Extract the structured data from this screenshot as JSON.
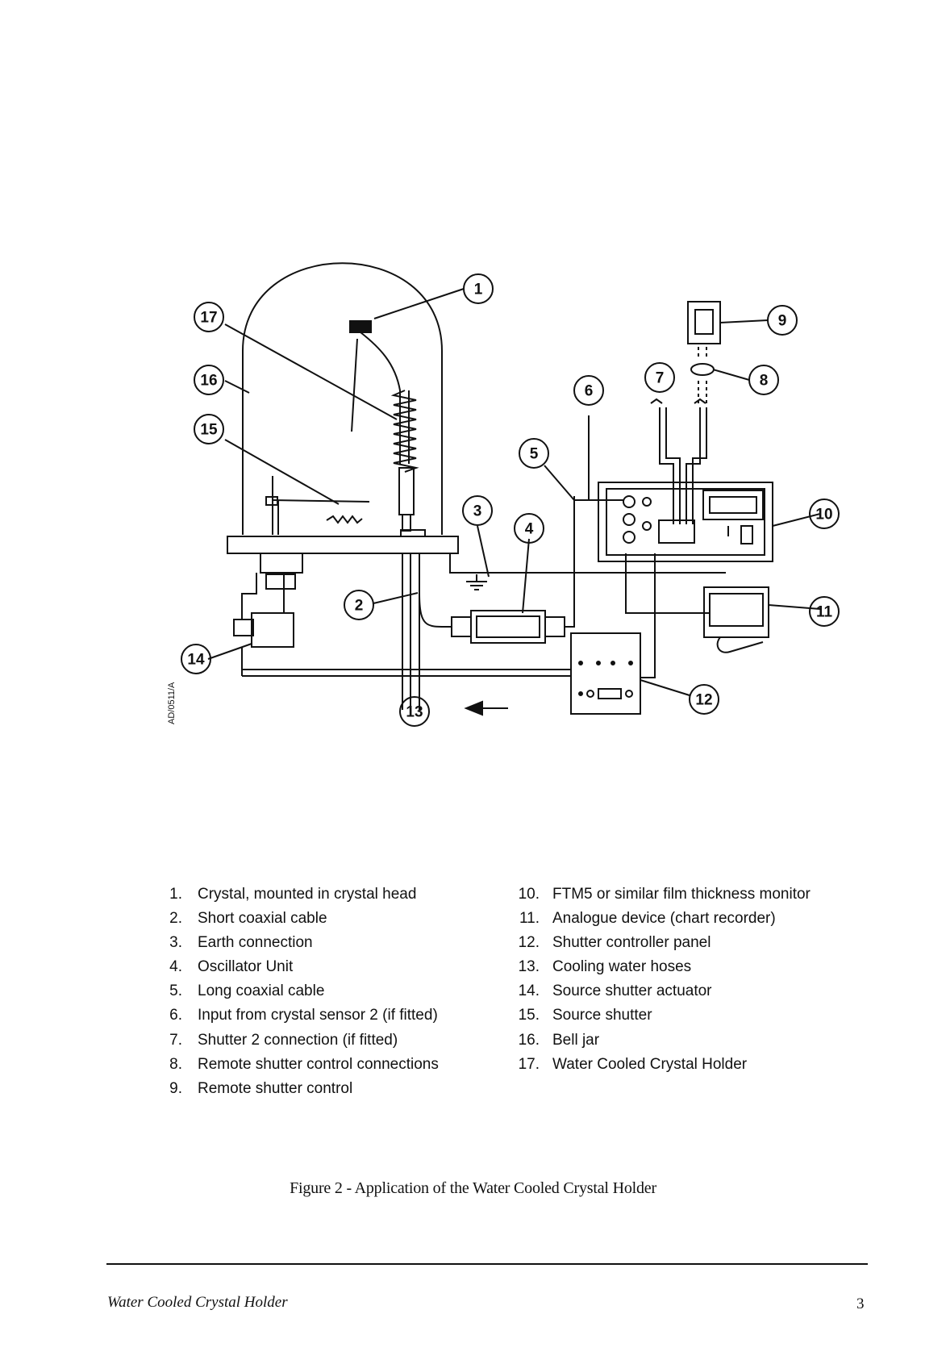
{
  "diagram": {
    "figure_code": "AD/0511/A",
    "callouts": [
      "1",
      "2",
      "3",
      "4",
      "5",
      "6",
      "7",
      "8",
      "9",
      "10",
      "11",
      "12",
      "13",
      "14",
      "15",
      "16",
      "17"
    ]
  },
  "legend": {
    "left": [
      {
        "num": "1.",
        "text": "Crystal, mounted in crystal head"
      },
      {
        "num": "2.",
        "text": "Short coaxial cable"
      },
      {
        "num": "3.",
        "text": "Earth connection"
      },
      {
        "num": "4.",
        "text": "Oscillator Unit"
      },
      {
        "num": "5.",
        "text": "Long coaxial cable"
      },
      {
        "num": "6.",
        "text": "Input from crystal sensor 2 (if fitted)"
      },
      {
        "num": "7.",
        "text": "Shutter 2 connection (if fitted)"
      },
      {
        "num": "8.",
        "text": "Remote shutter control connections"
      },
      {
        "num": "9.",
        "text": "Remote shutter control"
      }
    ],
    "right": [
      {
        "num": "10.",
        "text": "FTM5 or similar film thickness monitor"
      },
      {
        "num": "11.",
        "text": "Analogue device (chart recorder)"
      },
      {
        "num": "12.",
        "text": "Shutter controller panel"
      },
      {
        "num": "13.",
        "text": "Cooling water hoses"
      },
      {
        "num": "14.",
        "text": "Source shutter actuator"
      },
      {
        "num": "15.",
        "text": "Source shutter"
      },
      {
        "num": "16.",
        "text": "Bell jar"
      },
      {
        "num": "17.",
        "text": "Water Cooled Crystal Holder"
      }
    ]
  },
  "caption": "Figure 2 - Application of the Water Cooled Crystal Holder",
  "footer": {
    "title": "Water Cooled Crystal Holder",
    "page_number": "3"
  }
}
